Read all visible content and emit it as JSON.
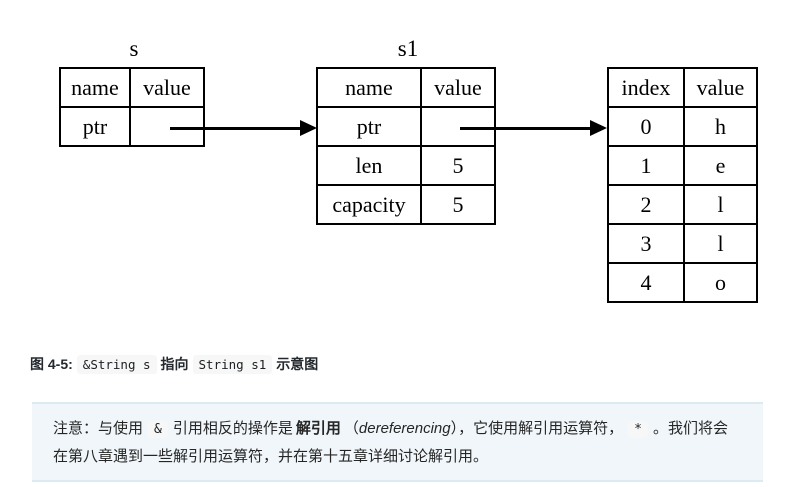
{
  "figure": {
    "tables": [
      {
        "title": "s",
        "headers": [
          "name",
          "value"
        ],
        "rows": [
          [
            "ptr",
            ""
          ]
        ]
      },
      {
        "title": "s1",
        "headers": [
          "name",
          "value"
        ],
        "rows": [
          [
            "ptr",
            ""
          ],
          [
            "len",
            "5"
          ],
          [
            "capacity",
            "5"
          ]
        ]
      },
      {
        "title": "",
        "headers": [
          "index",
          "value"
        ],
        "rows": [
          [
            "0",
            "h"
          ],
          [
            "1",
            "e"
          ],
          [
            "2",
            "l"
          ],
          [
            "3",
            "l"
          ],
          [
            "4",
            "o"
          ]
        ]
      }
    ],
    "arrows": [
      {
        "from": "s.ptr.value",
        "to": "s1"
      },
      {
        "from": "s1.ptr.value",
        "to": "index.row0"
      }
    ]
  },
  "caption": {
    "label": "图 4-5:",
    "code1": "&String s",
    "mid": "指向",
    "code2": "String s1",
    "suffix": "示意图"
  },
  "note": {
    "prefix": "注意：与使用",
    "code_amp": "&",
    "mid1": "引用相反的操作是",
    "bold_term": "解引用",
    "paren_open": "（",
    "italic_term": "dereferencing",
    "mid2": "），它使用解引用运算符，",
    "code_star": "*",
    "suffix": "。我们将会在第八章遇到一些解引用运算符，并在第十五章详细讨论解引用。"
  },
  "colors": {
    "diagram_line": "#000000",
    "note_background": "#f0f6f9",
    "note_border": "#dcebf1",
    "inline_code_background": "#f6f7f6",
    "text": "#24292e"
  }
}
